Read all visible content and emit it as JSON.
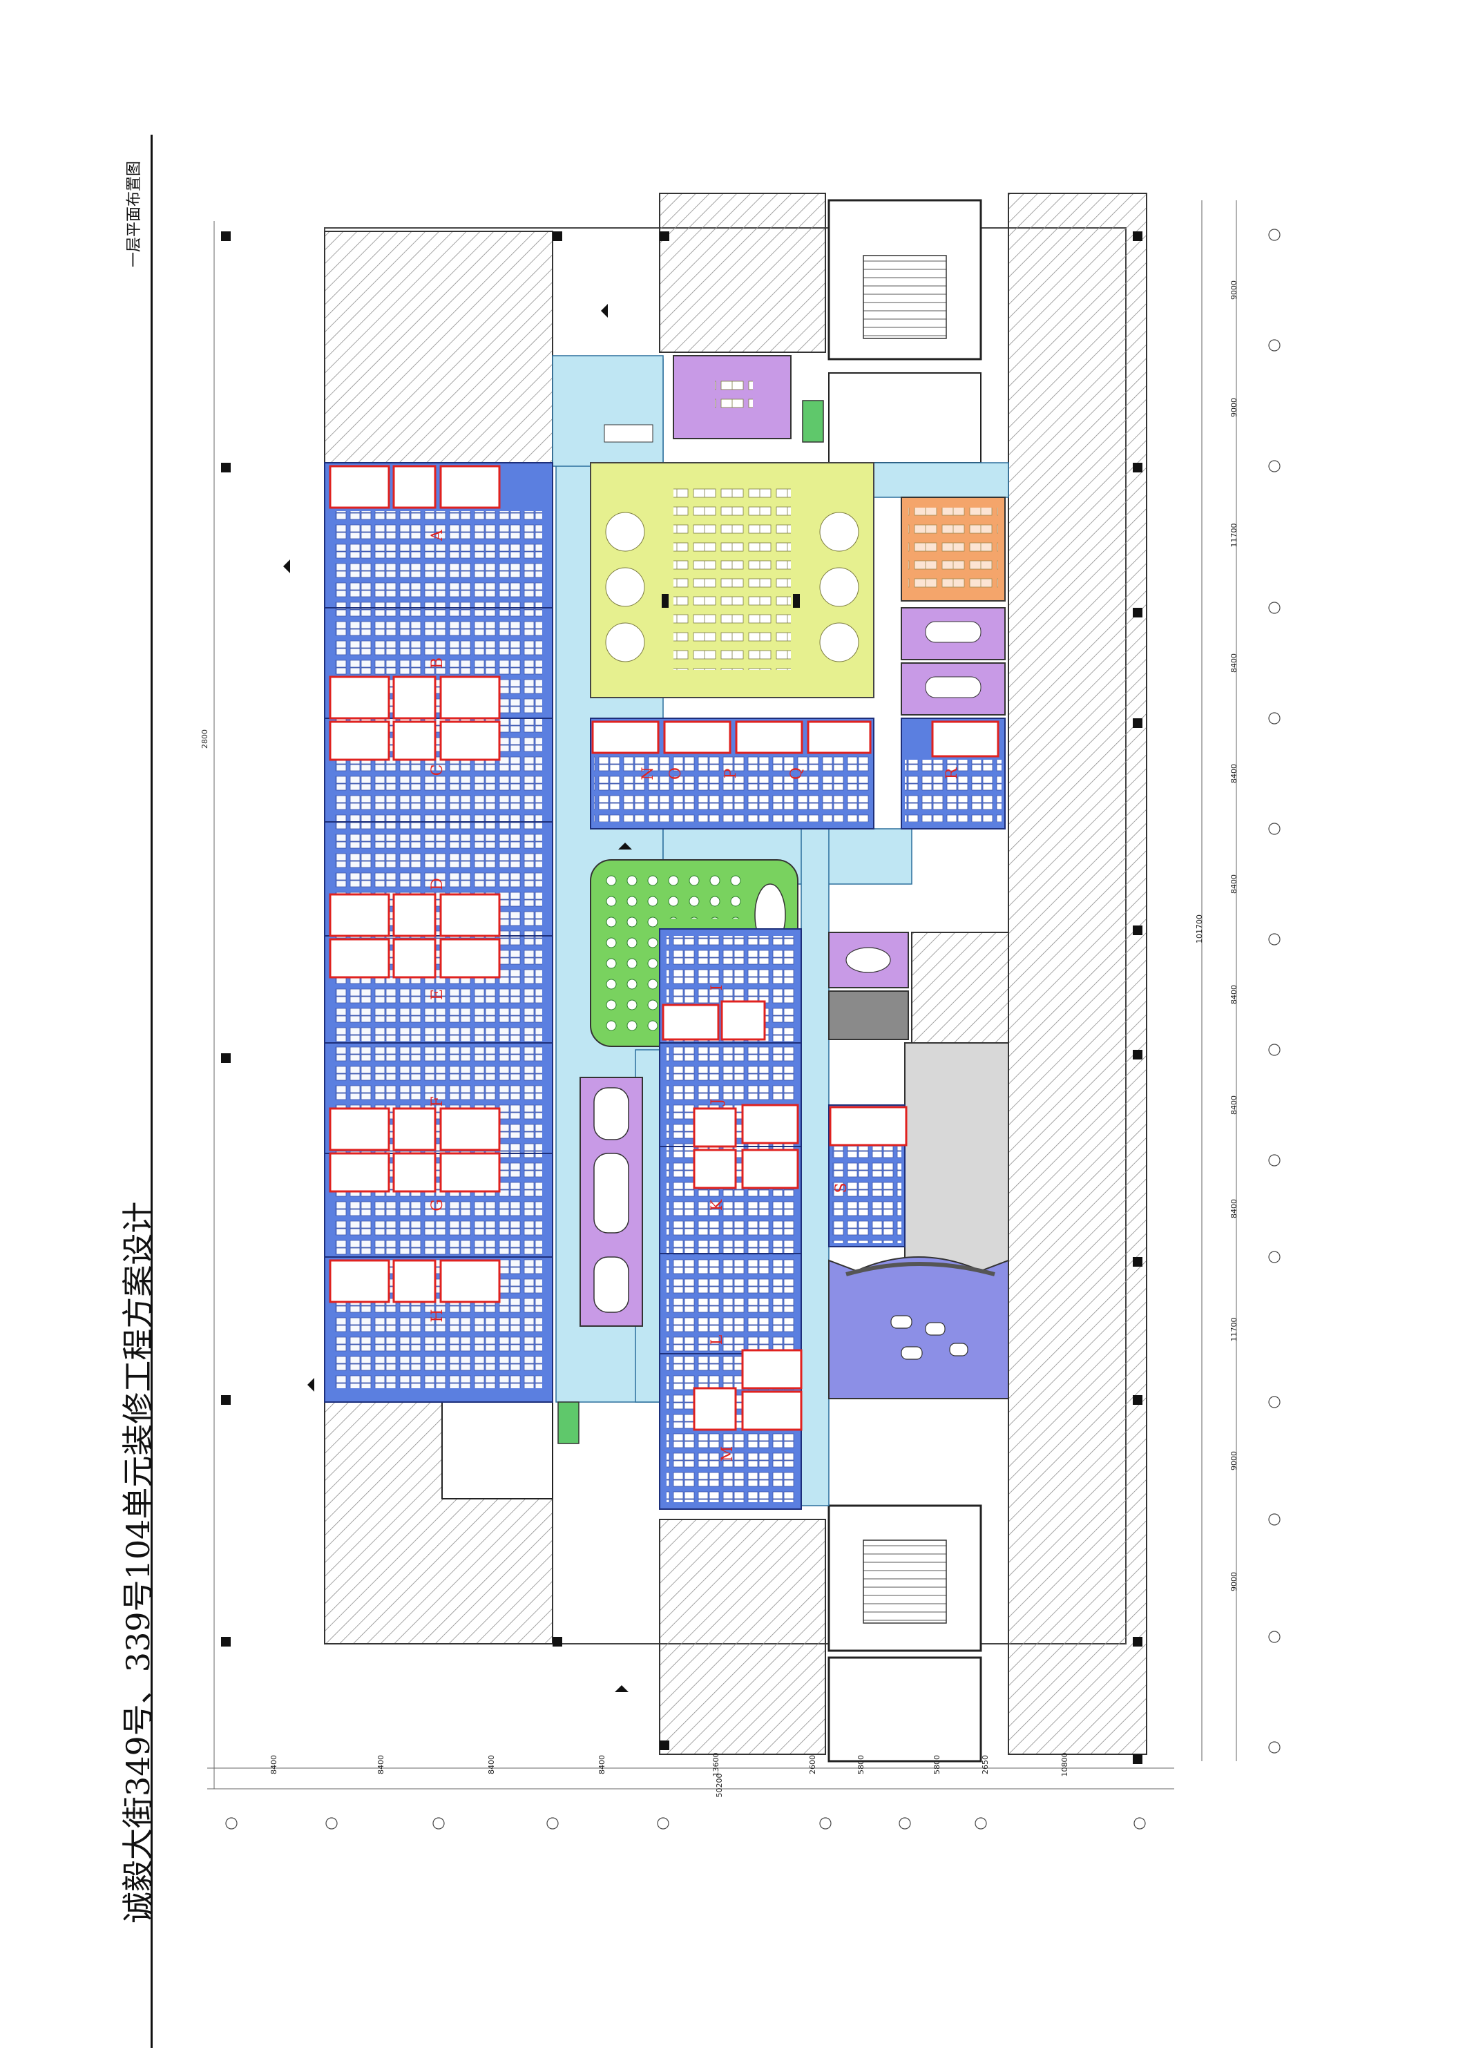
{
  "document": {
    "title": "诚毅大街349号、339号104单元装修工程方案设计",
    "subtitle": "一层平面布置图"
  },
  "zones": [
    {
      "id": "A",
      "letter": "A"
    },
    {
      "id": "B",
      "letter": "B"
    },
    {
      "id": "C",
      "letter": "C"
    },
    {
      "id": "D",
      "letter": "D"
    },
    {
      "id": "E",
      "letter": "E"
    },
    {
      "id": "F",
      "letter": "F"
    },
    {
      "id": "G",
      "letter": "G"
    },
    {
      "id": "H",
      "letter": "H"
    },
    {
      "id": "I",
      "letter": "I"
    },
    {
      "id": "J",
      "letter": "J"
    },
    {
      "id": "K",
      "letter": "K"
    },
    {
      "id": "L",
      "letter": "L"
    },
    {
      "id": "M",
      "letter": "M"
    },
    {
      "id": "N",
      "letter": "N"
    },
    {
      "id": "O",
      "letter": "O"
    },
    {
      "id": "P",
      "letter": "P"
    },
    {
      "id": "Q",
      "letter": "Q"
    },
    {
      "id": "R",
      "letter": "R"
    },
    {
      "id": "S",
      "letter": "S"
    }
  ],
  "dimensions": {
    "bottom_row": [
      "8400",
      "8400",
      "8400",
      "8400",
      "13600",
      "2600",
      "5800",
      "5800",
      "2650",
      "10800"
    ],
    "bottom_total": "50200",
    "right_col": [
      "9000",
      "9000",
      "11700",
      "8400",
      "8400",
      "8400",
      "8400",
      "8400",
      "8400",
      "11700",
      "9000",
      "9000"
    ],
    "right_total": "101700",
    "left_inner": [
      "2800"
    ]
  },
  "colors": {
    "office_blue": "#5b7fe0",
    "corridor": "#bfe6f3",
    "open_office": "#e6f08f",
    "lounge_green": "#79d25f",
    "meeting_purple": "#c89ae6",
    "training_orange": "#f4a56b",
    "hatch_gray": "#9a9a9a",
    "room_outline_red": "#e0221f",
    "reception_blue": "#8c8fe6",
    "store_green": "#5fc86b",
    "server_gray": "#8a8a8a"
  }
}
